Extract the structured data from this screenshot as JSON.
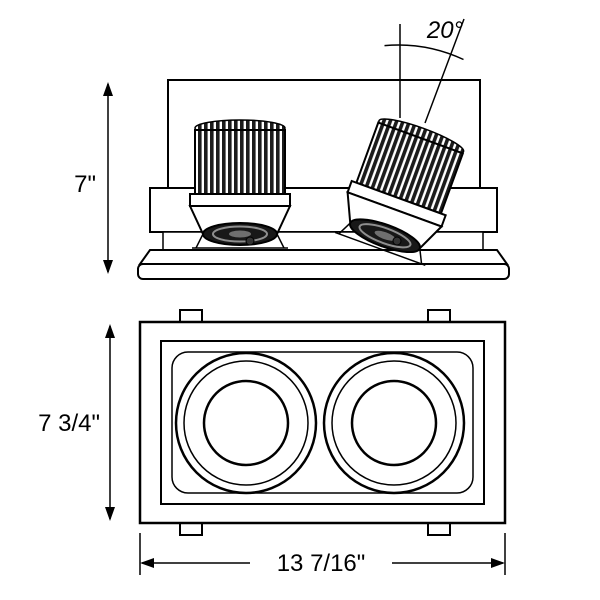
{
  "drawing": {
    "description": "Dual-head multiple recessed downlight fixture dimensional drawing",
    "views": {
      "side": {
        "tilt_angle_label": "20°",
        "height_dim_label": "7\""
      },
      "front": {
        "height_dim_label": "7 3/4\"",
        "width_dim_label": "13 7/16\""
      }
    },
    "colors": {
      "line": "#000000",
      "metal_fins": "#1c1c1c",
      "lamp_face": "#181818",
      "reflector_ring": "#8f8f8f",
      "background": "#ffffff"
    }
  }
}
